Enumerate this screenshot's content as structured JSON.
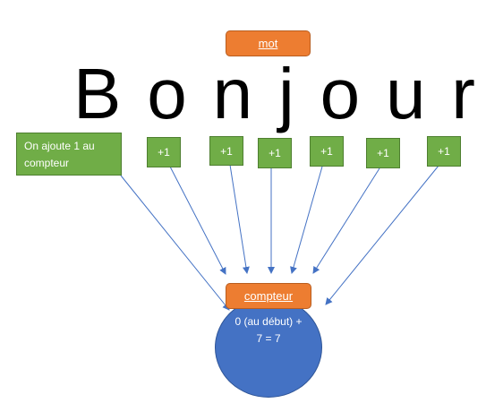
{
  "word_label": "mot",
  "word_letters": [
    "B",
    "o",
    "n",
    "j",
    "o",
    "u",
    "r"
  ],
  "note": "On ajoute 1 au compteur",
  "increments": [
    "+1",
    "+1",
    "+1",
    "+1",
    "+1",
    "+1"
  ],
  "counter_label": "compteur",
  "counter_value": "0 (au début) + 7 = 7",
  "colors": {
    "orange": "#ed7d31",
    "green": "#70ad47",
    "blue": "#4472c4",
    "arrow": "#4472c4"
  }
}
